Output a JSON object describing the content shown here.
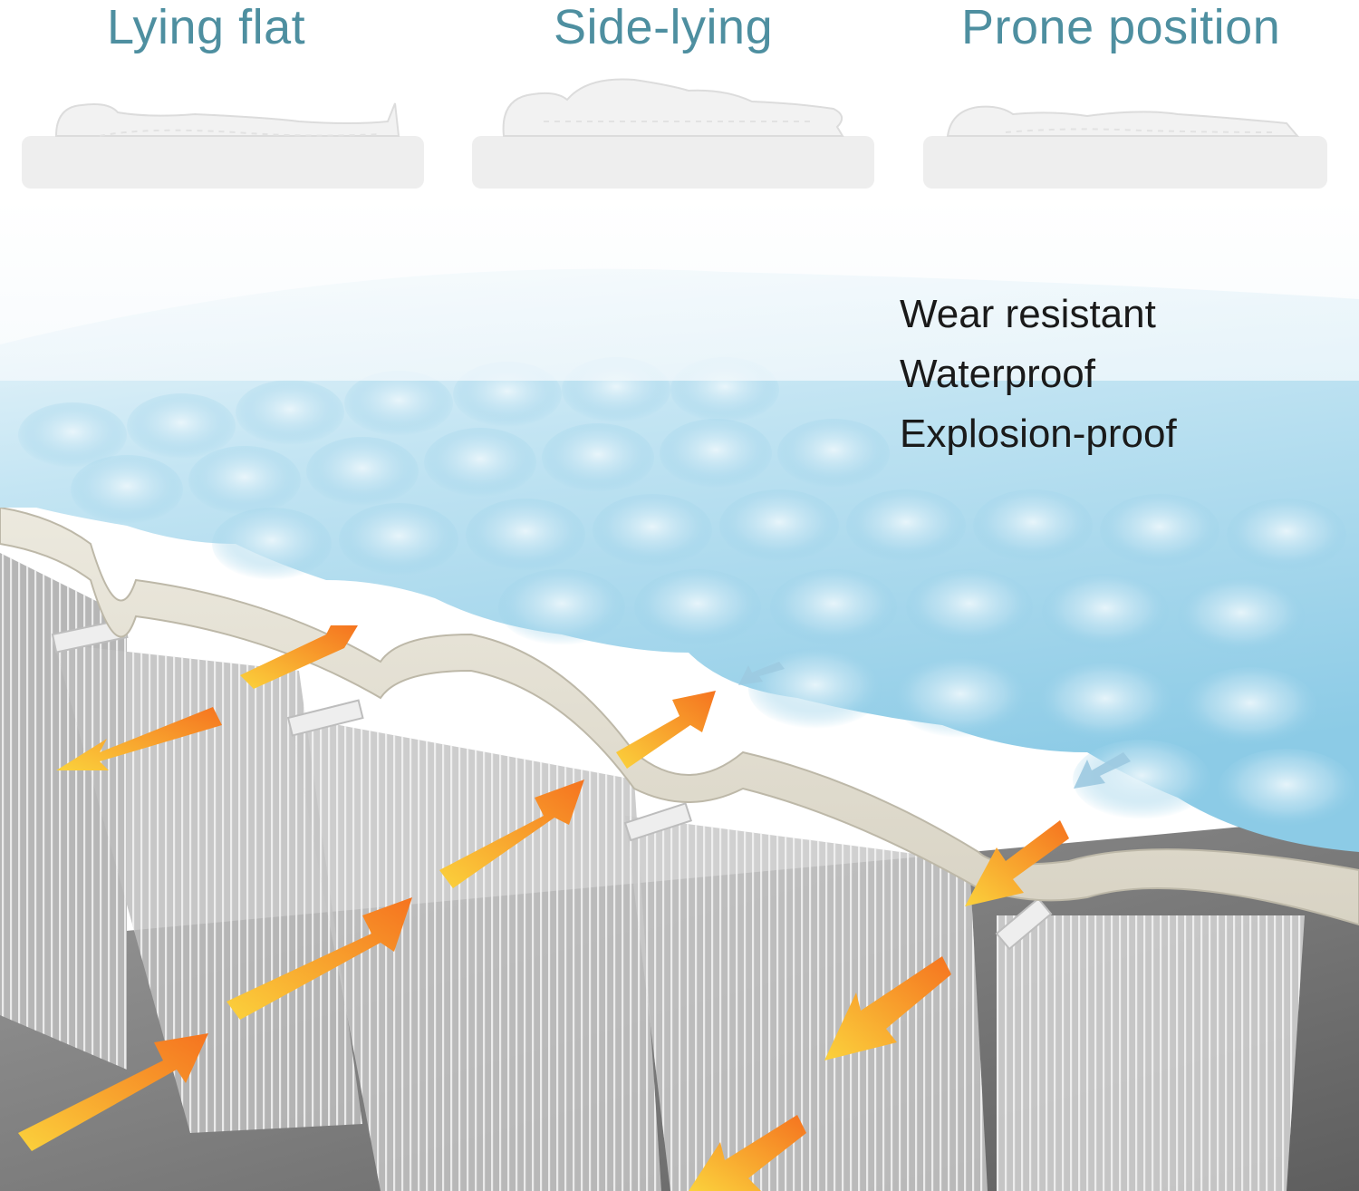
{
  "sleep_positions": [
    {
      "label": "Lying flat",
      "icon": "lying-flat-silhouette-icon"
    },
    {
      "label": "Side-lying",
      "icon": "side-lying-silhouette-icon"
    },
    {
      "label": "Prone position",
      "icon": "prone-silhouette-icon"
    }
  ],
  "features": [
    "Wear resistant",
    "Waterproof",
    "Explosion-proof"
  ],
  "colors": {
    "label_teal": "#4e8fa0",
    "quilt_blue": "#9fd4ec",
    "layer_beige": "#e4e0d4",
    "arrow_orange": "#f58a1f",
    "arrow_yellow": "#fbd23c",
    "airflow_blue": "#9cc9e0"
  }
}
